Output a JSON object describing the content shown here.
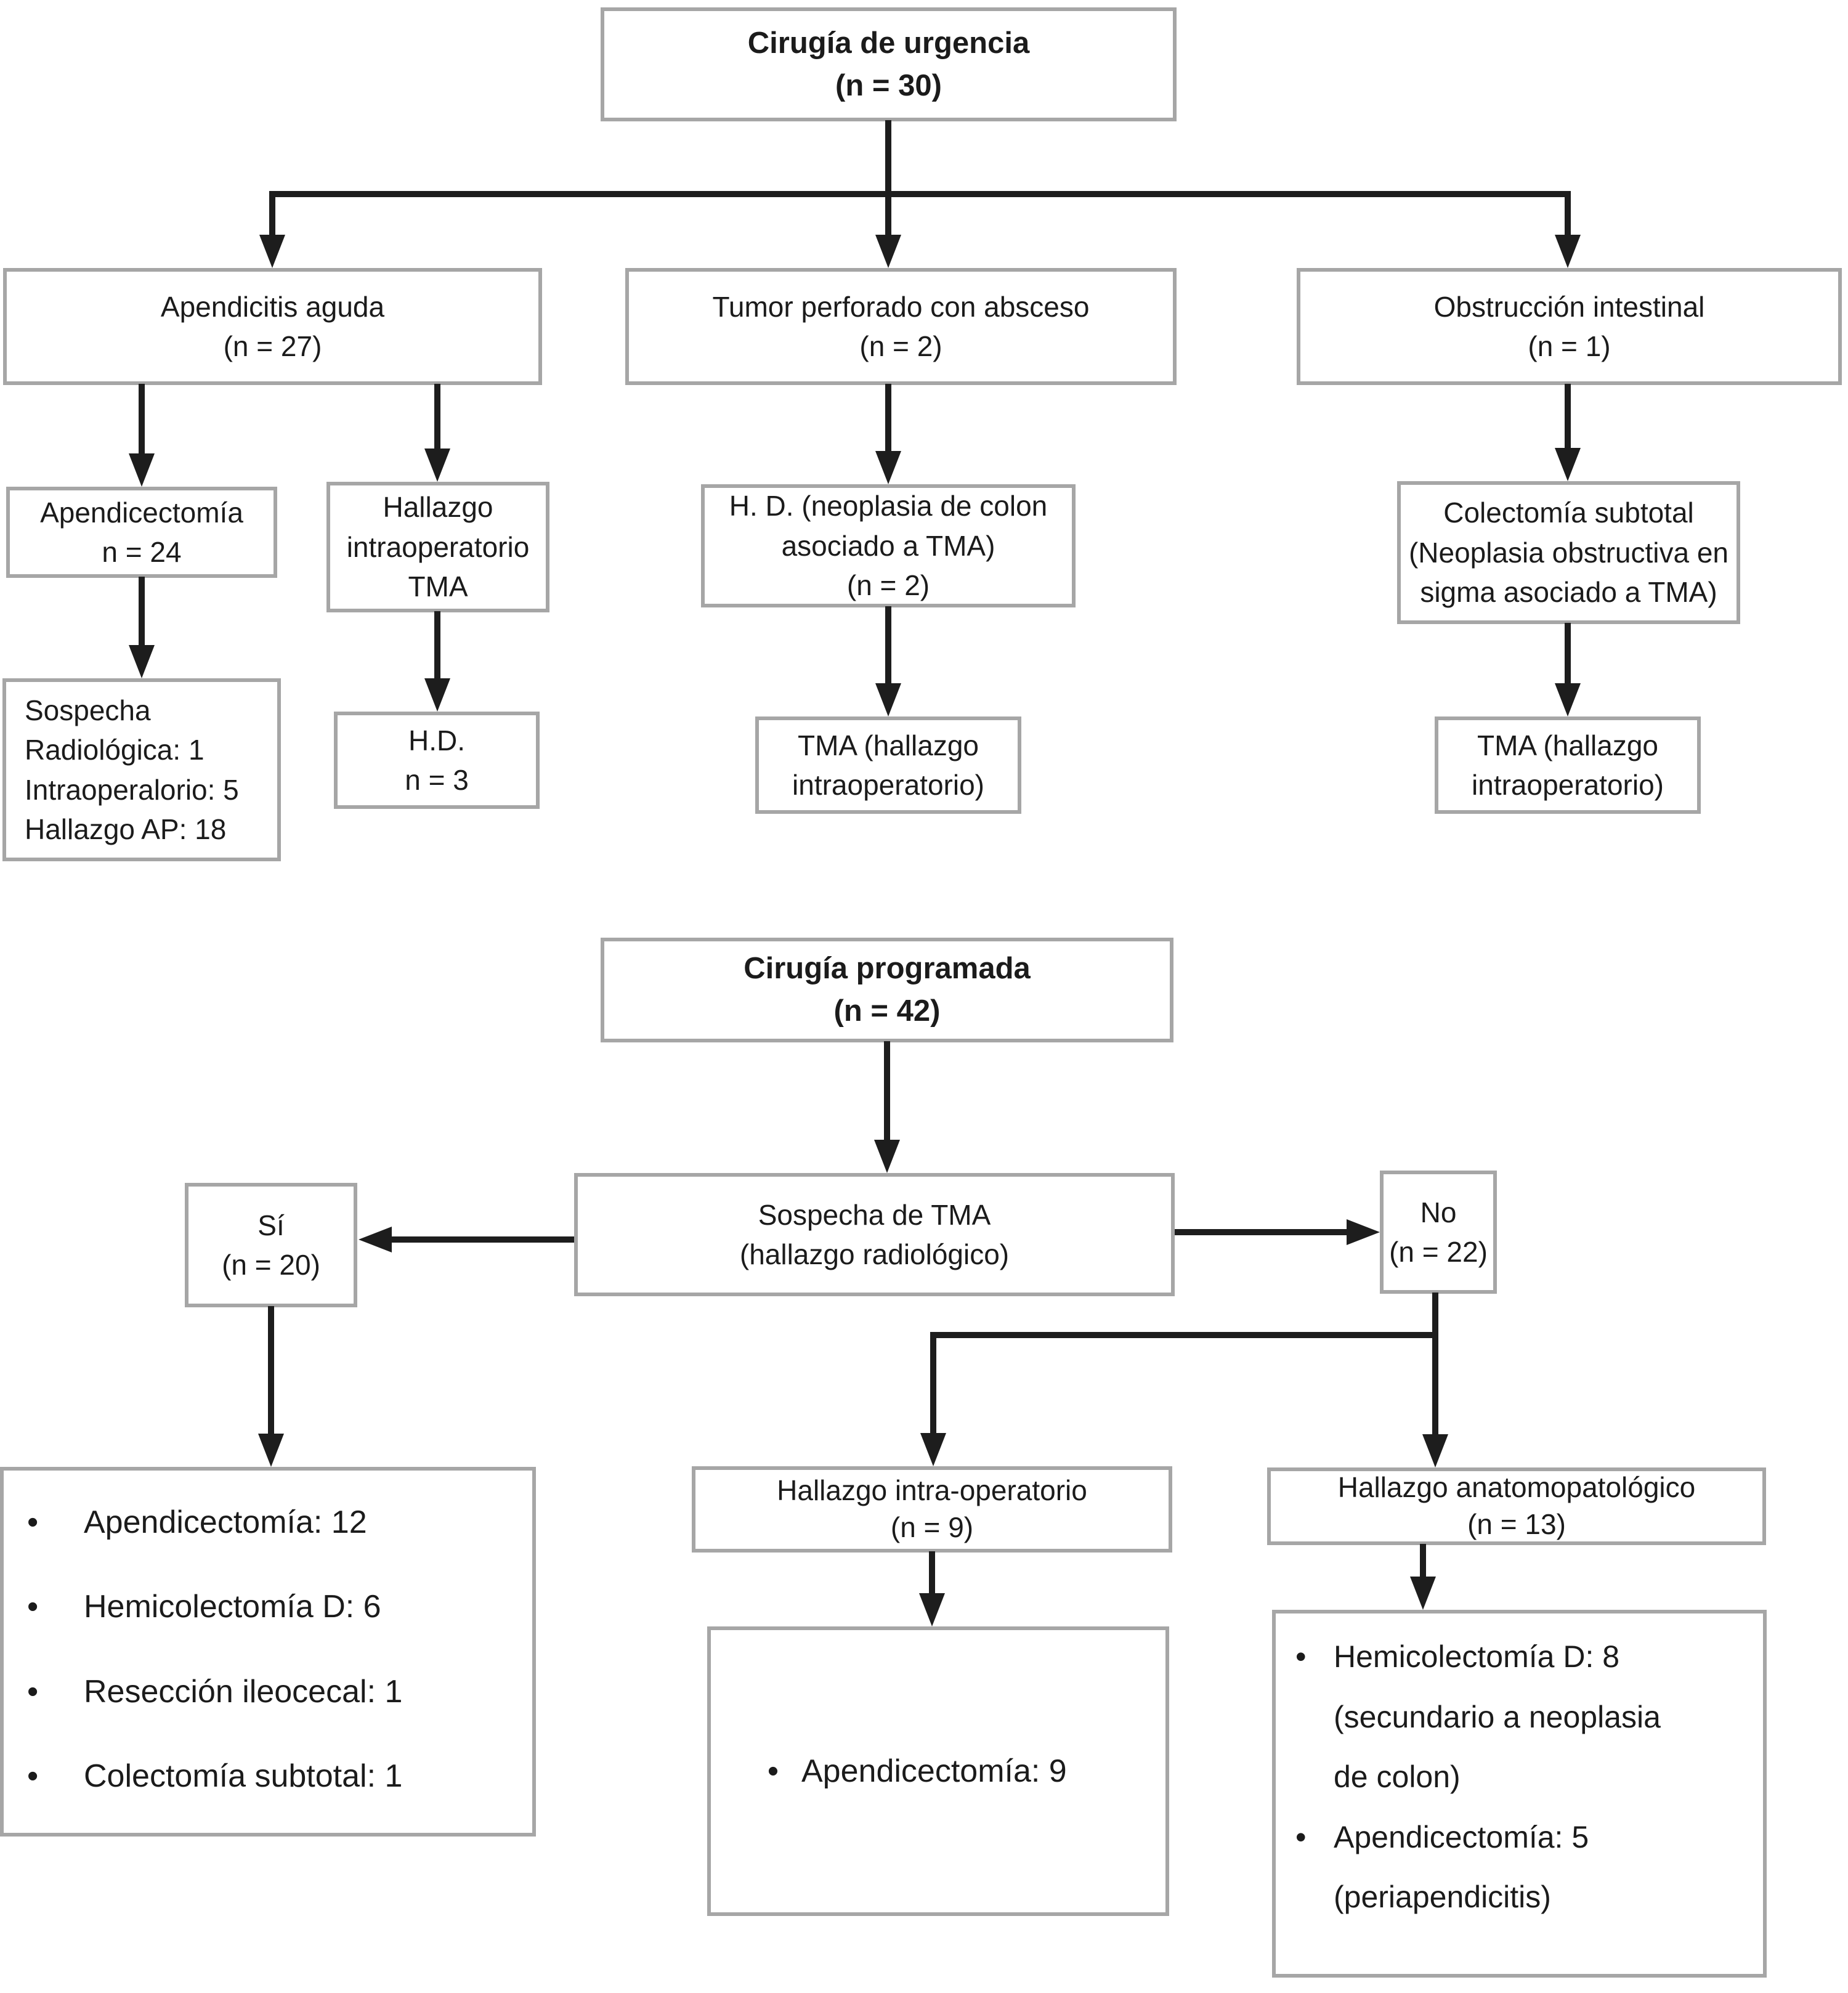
{
  "diagram": {
    "emergency": {
      "root": {
        "line1": "Cirugía de urgencia",
        "line2": "(n = 30)"
      },
      "branch_appendicitis": {
        "line1": "Apendicitis aguda",
        "line2": "(n = 27)"
      },
      "branch_tumor": {
        "line1": "Tumor perforado con absceso",
        "line2": "(n = 2)"
      },
      "branch_obstruction": {
        "line1": "Obstrucción intestinal",
        "line2": "(n = 1)"
      },
      "appendectomy": {
        "line1": "Apendicectomía",
        "line2": "n = 24"
      },
      "intraop_finding": {
        "line1": "Hallazgo",
        "line2": "intraoperatorio",
        "line3": "TMA"
      },
      "hd_neoplasia": {
        "line1": "H. D. (neoplasia de colon",
        "line2": "asociado a TMA)",
        "line3": "(n = 2)"
      },
      "subtotal_colectomy": {
        "line1": "Colectomía subtotal",
        "line2": "(Neoplasia obstructiva en",
        "line3": "sigma asociado a TMA)"
      },
      "suspicion_detail": {
        "line1": "Sospecha",
        "line2": "Radiológica: 1",
        "line3": "Intraoperalorio: 5",
        "line4": "Hallazgo AP: 18"
      },
      "hd_n3": {
        "line1": "H.D.",
        "line2": "n = 3"
      },
      "tma_mid": {
        "line1": "TMA (hallazgo",
        "line2": "intraoperatorio)"
      },
      "tma_right": {
        "line1": "TMA (hallazgo",
        "line2": "intraoperatorio)"
      }
    },
    "scheduled": {
      "root": {
        "line1": "Cirugía programada",
        "line2": "(n = 42)"
      },
      "tma_suspicion": {
        "line1": "Sospecha de TMA",
        "line2": "(hallazgo radiológico)"
      },
      "yes": {
        "line1": "Sí",
        "line2": "(n = 20)"
      },
      "no": {
        "line1": "No",
        "line2": "(n = 22)"
      },
      "yes_outcomes": {
        "bullet": "•",
        "items": [
          "Apendicectomía: 12",
          "Hemicolectomía D: 6",
          "Resección ileocecal: 1",
          "Colectomía subtotal: 1"
        ]
      },
      "intraop": {
        "line1": "Hallazgo intra-operatorio",
        "line2": "(n = 9)"
      },
      "anatomopath": {
        "line1": "Hallazgo anatomopatológico",
        "line2": "(n = 13)"
      },
      "intraop_outcome": {
        "bullet": "•",
        "text": "Apendicectomía: 9"
      },
      "anatomopath_outcomes": {
        "bullet": "•",
        "item1_line1": "Hemicolectomía D: 8",
        "item1_line2": "(secundario a neoplasia",
        "item1_line3": "de colon)",
        "item2_line1": "Apendicectomía: 5",
        "item2_line2": "(periapendicitis)"
      }
    },
    "colors": {
      "border": "#a6a6a6",
      "arrow": "#1d1d1d",
      "text": "#1b1b1b",
      "background": "#ffffff"
    }
  }
}
